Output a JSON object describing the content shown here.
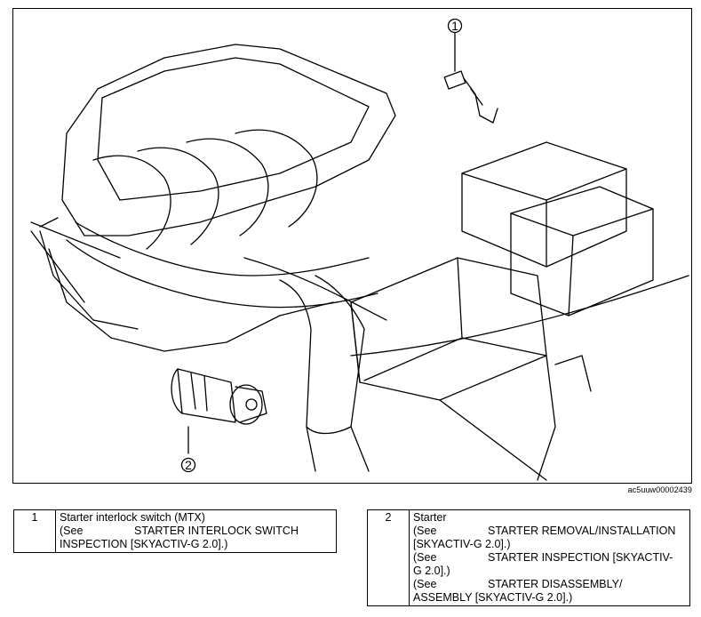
{
  "figure": {
    "figure_id": "ac5uuw00002439",
    "callouts": [
      "1",
      "2"
    ]
  },
  "legend": [
    {
      "number": "1",
      "title": "Starter interlock switch (MTX)",
      "references": [
        {
          "prefix": "(See",
          "text": "STARTER INTERLOCK SWITCH",
          "cont": "INSPECTION [SKYACTIV-G 2.0].)"
        }
      ]
    },
    {
      "number": "2",
      "title": "Starter",
      "references": [
        {
          "prefix": "(See",
          "text": "STARTER REMOVAL/INSTALLATION",
          "cont": "[SKYACTIV-G 2.0].)"
        },
        {
          "prefix": "(See",
          "text": "STARTER INSPECTION [SKYACTIV-",
          "cont": "G 2.0].)"
        },
        {
          "prefix": "(See",
          "text": "STARTER DISASSEMBLY/",
          "cont": "ASSEMBLY [SKYACTIV-G 2.0].)"
        }
      ]
    }
  ]
}
